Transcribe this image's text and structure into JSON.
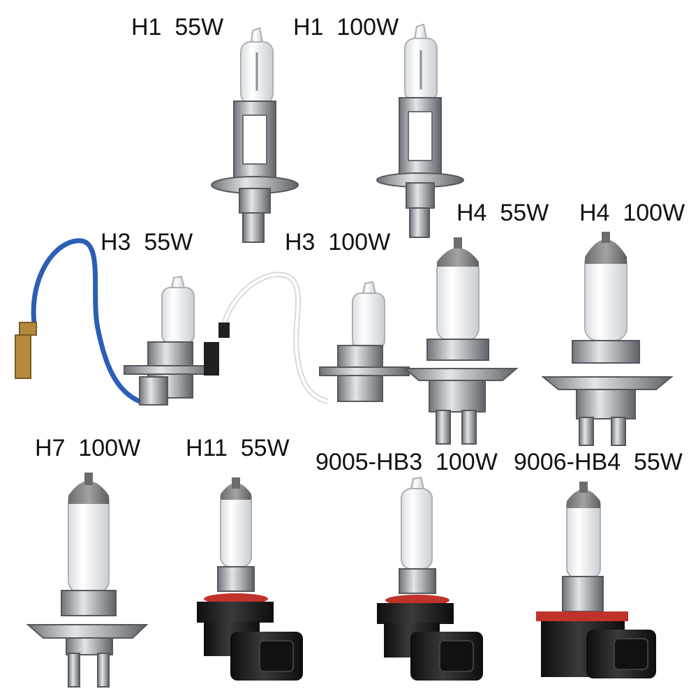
{
  "labels": {
    "h1_55": "H1  55W",
    "h1_100": "H1  100W",
    "h3_55": "H3  55W",
    "h3_100": "H3  100W",
    "h4_55": "H4  55W",
    "h4_100": "H4  100W",
    "h7_100": "H7  100W",
    "h11_55": "H11  55W",
    "hb3_100": "9005-HB3  100W",
    "hb4_55": "9006-HB4  55W"
  },
  "colors": {
    "background": "#ffffff",
    "glass": "#eef0f2",
    "metal": "#b9bcc0",
    "metal_dark": "#7e8287",
    "grey_cap": "#8a8a8a",
    "black_base": "#1c1c1c",
    "red_seal": "#c0332b",
    "blue_wire": "#2c5fb4",
    "white_wire": "#e7e7e7",
    "brass": "#b58a3c"
  }
}
